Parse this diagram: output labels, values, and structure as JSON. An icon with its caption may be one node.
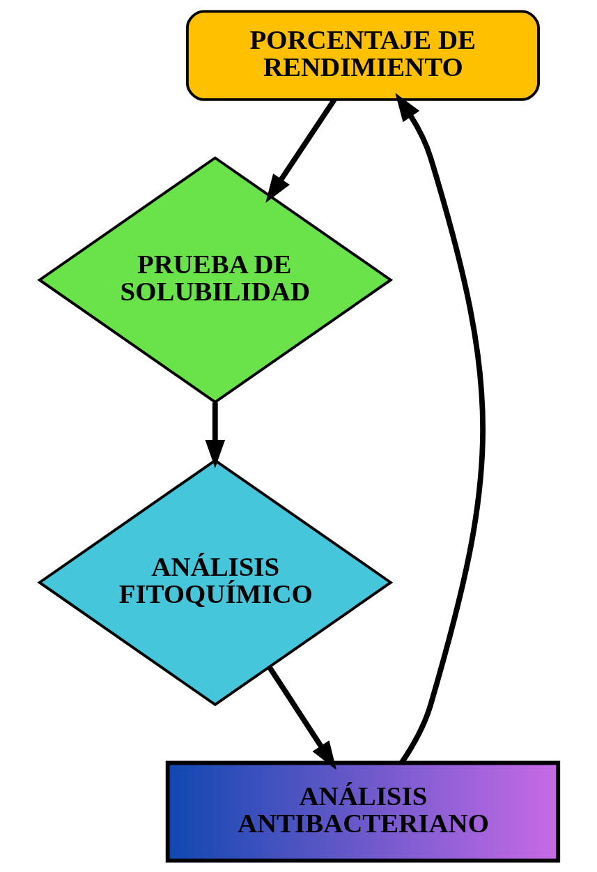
{
  "diagram": {
    "nodes": [
      {
        "text": [
          "PORCENTAJE DE RENDIMIENTO"
        ]
      },
      {
        "text": [
          "PRUEBA DE SOLUBILIDAD"
        ]
      },
      {
        "text": [
          "ANÁLISIS FITOQUÍMICO"
        ]
      },
      {
        "text": [
          "ANÁLISIS ANTIBACTERIANO"
        ]
      }
    ],
    "edges": [
      {
        "from": 0,
        "to": 1,
        "arrow": "to"
      },
      {
        "from": 1,
        "to": 2,
        "arrow": "to"
      },
      {
        "from": 2,
        "to": 3,
        "arrow": "to"
      },
      {
        "from": 3,
        "to": 0,
        "arrow": "to"
      }
    ]
  }
}
